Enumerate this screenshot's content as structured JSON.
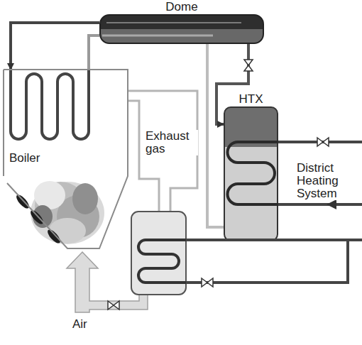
{
  "diagram": {
    "nodes": [
      {
        "text": [
          "Dome"
        ]
      },
      {
        "text": [
          "Boiler"
        ]
      },
      {
        "text": [
          "HTX"
        ]
      }
    ],
    "edges": [
      {
        "from": 0,
        "to": 1,
        "arrow": "to"
      },
      {
        "from": 1,
        "to": 0,
        "arrow": "none"
      },
      {
        "from": 0,
        "to": 2,
        "arrow": "to"
      },
      {
        "from": 2,
        "to": 0,
        "arrow": "none"
      }
    ],
    "labels": [
      "Exhaust gas",
      "District Heating System",
      "Air"
    ]
  }
}
